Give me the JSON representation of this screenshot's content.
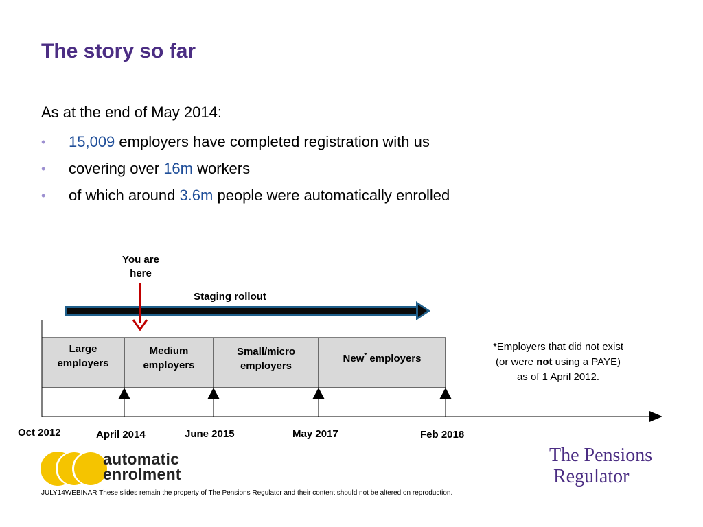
{
  "title": "The story so far",
  "intro": "As at the end of May 2014:",
  "bullets": [
    {
      "highlight": "15,009",
      "text": " employers have completed registration with us"
    },
    {
      "prefix": "covering over ",
      "highlight": "16m",
      "text": " workers"
    },
    {
      "prefix": "of which around ",
      "highlight": "3.6m",
      "text": " people were automatically enrolled"
    }
  ],
  "bullet_char": "•",
  "timeline": {
    "you_are_here_line1": "You are",
    "you_are_here_line2": "here",
    "staging_label": "Staging rollout",
    "segments": [
      {
        "line1": "Large",
        "line2": "employers"
      },
      {
        "line1": "Medium",
        "line2": "employers"
      },
      {
        "line1": "Small/micro",
        "line2": "employers"
      },
      {
        "pre": "New",
        "sup": "*",
        "post": " employers"
      }
    ],
    "dates": [
      "Oct 2012",
      "April 2014",
      "June 2015",
      "May 2017",
      "Feb 2018"
    ],
    "note": {
      "line1": "*Employers that did not exist",
      "line2_pre": "(or were ",
      "line2_bold": "not",
      "line2_post": " using a PAYE)",
      "line3": "as of 1 April 2012."
    }
  },
  "logos": {
    "ae_line1": "automatic",
    "ae_line2": "enrolment",
    "tpr_line1": "The Pensions",
    "tpr_line2": "Regulator"
  },
  "footer": "JULY14WEBINAR These slides remain the property of The Pensions Regulator and their content should not be altered on reproduction.",
  "colors": {
    "title": "#4b2d83",
    "highlight": "#1f4e99",
    "bullet": "#9c8fd0",
    "segment_fill": "#d9d9d9",
    "staging_arrow": "#0a0a0a",
    "staging_outline": "#1f5f8b",
    "you_are_here_arrow": "#c00000",
    "ae_yellow": "#f5c400"
  }
}
